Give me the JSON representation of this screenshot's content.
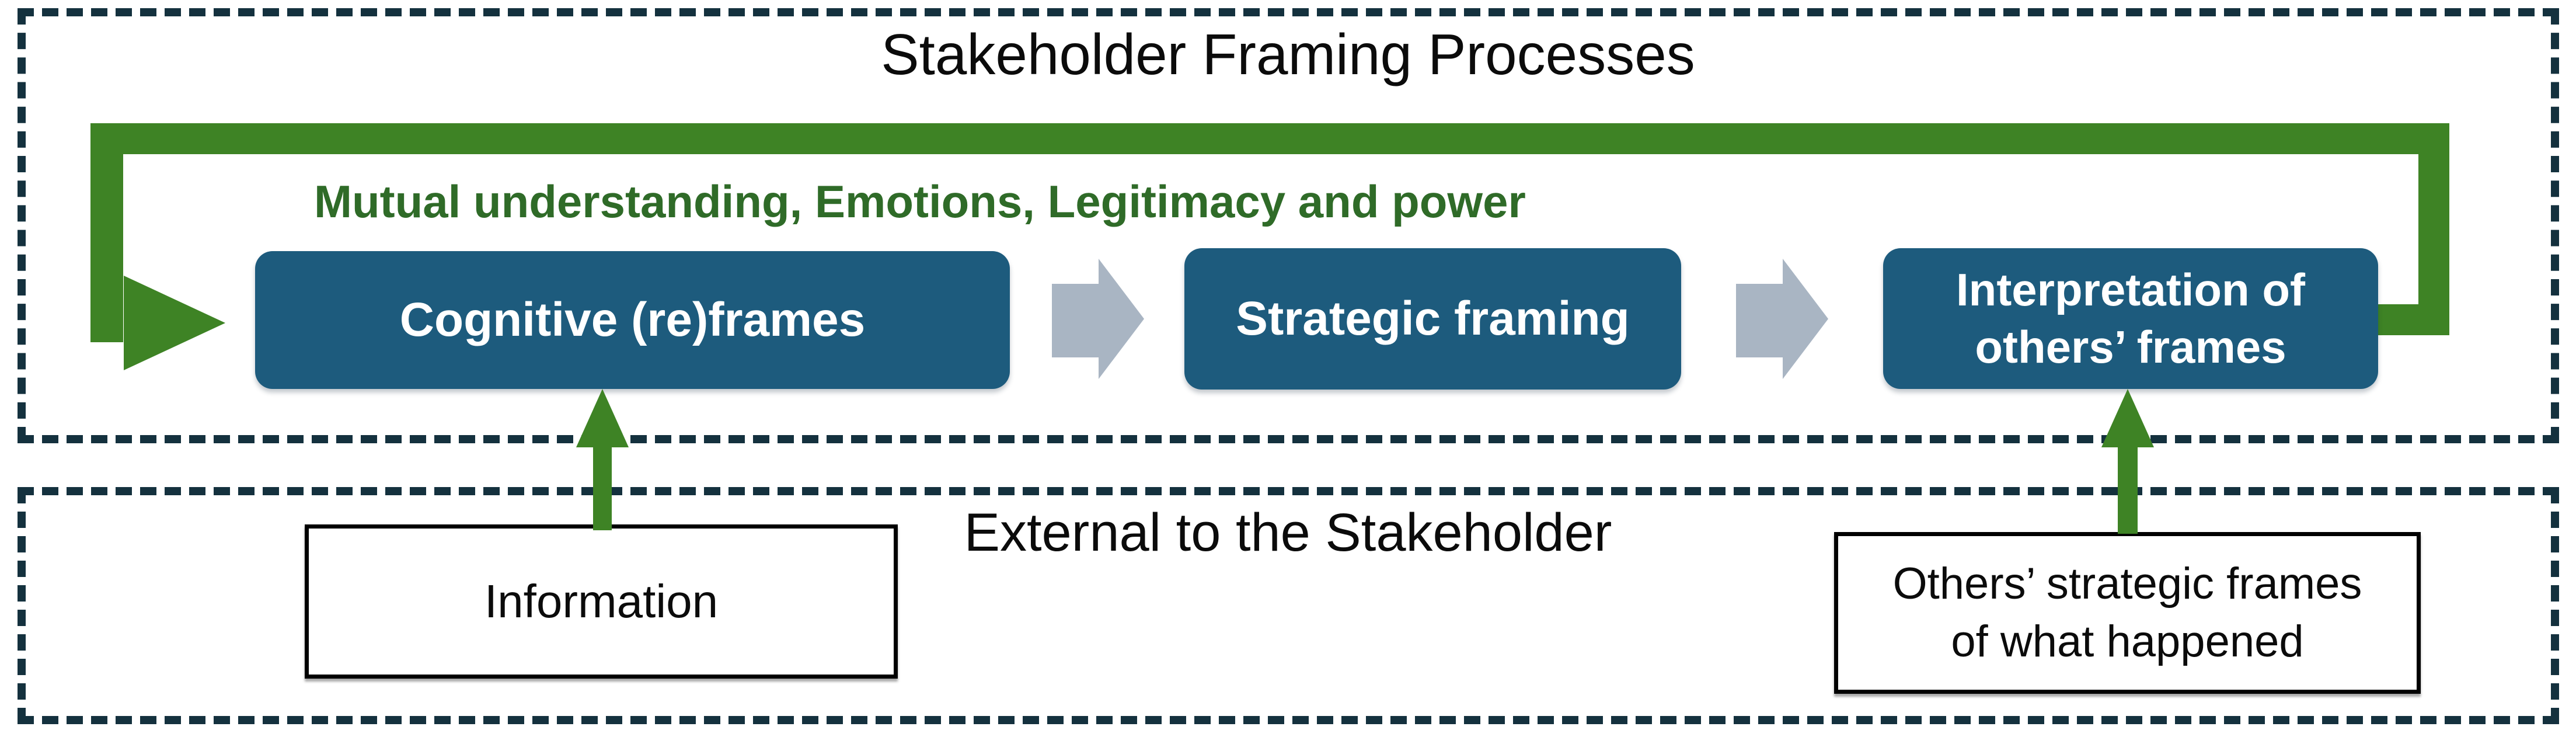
{
  "diagram": {
    "top_section": {
      "title": "Stakeholder Framing Processes",
      "loop_label": "Mutual understanding, Emotions, Legitimacy and power",
      "process_boxes": [
        {
          "label": "Cognitive (re)frames"
        },
        {
          "label": "Strategic framing"
        },
        {
          "lines": [
            "Interpretation of",
            "others’ frames"
          ]
        }
      ]
    },
    "bottom_section": {
      "title": "External to the Stakeholder",
      "input_boxes": [
        {
          "label": "Information"
        },
        {
          "lines": [
            "Others’ strategic frames",
            "of what happened"
          ]
        }
      ]
    },
    "colors": {
      "process_box_fill": "#1d5b7d",
      "loop_green": "#3e8325",
      "loop_text_green": "#2f6b28",
      "flow_arrow_gray": "#a9b5c3",
      "dashed_border_navy": "#14313e"
    }
  }
}
